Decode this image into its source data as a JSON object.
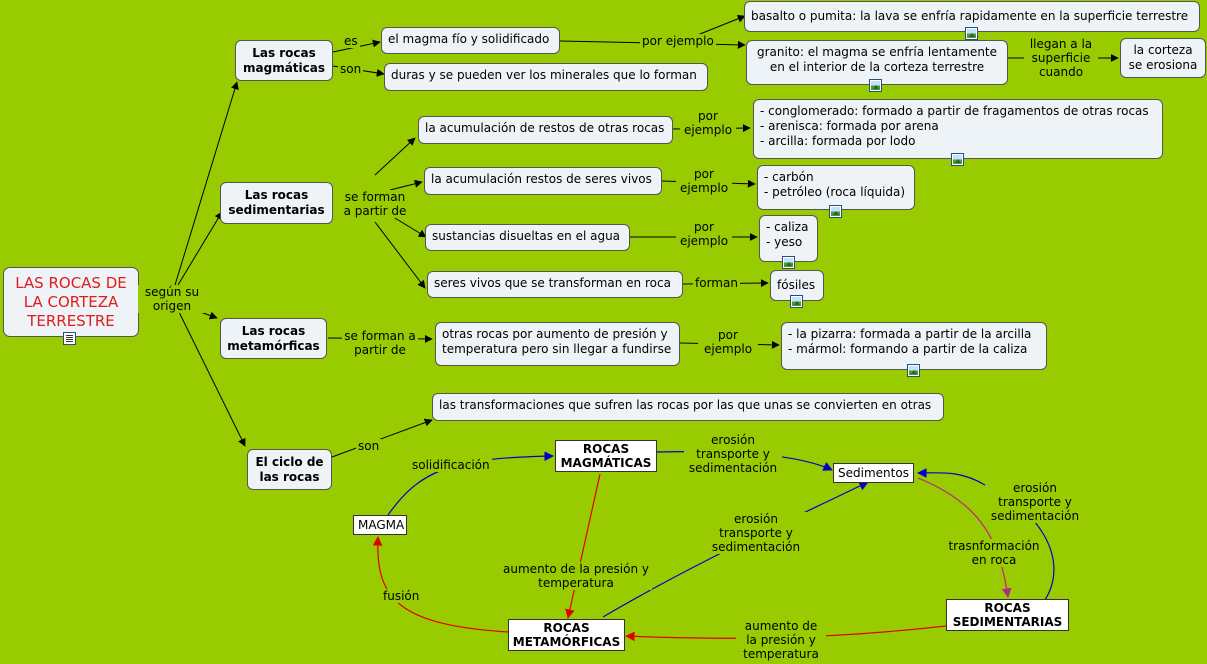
{
  "root": {
    "title": "LAS ROCAS DE LA CORTEZA TERRESTRE"
  },
  "link_labels": {
    "segun_origen": "según su origen",
    "es": "es",
    "son_magm": "son",
    "por_ejemplo_1": "por ejemplo",
    "llegan": "llegan a la superficie cuando",
    "se_forman_sed": "se forman a partir de",
    "por_ejemplo_2": "por ejemplo",
    "por_ejemplo_3": "por ejemplo",
    "por_ejemplo_4": "por ejemplo",
    "forman": "forman",
    "se_forman_met": "se forman a partir de",
    "por_ejemplo_5": "por ejemplo",
    "son_ciclo": "son"
  },
  "magmaticas": {
    "title": "Las rocas magmáticas",
    "es": "el magma fío y solidificado",
    "son": "duras y se pueden ver los minerales que lo forman",
    "ej_basalto": "basalto o pumita: la lava se enfría rapidamente en la superficie terrestre",
    "ej_granito": "granito: el magma se enfría lentamente en el interior de la corteza terrestre",
    "erosiona": "la corteza se erosiona"
  },
  "sedimentarias": {
    "title": "Las rocas sedimentarias",
    "c1": "la acumulación de restos de otras rocas",
    "c2": "la acumulación restos de seres vivos",
    "c3": "sustancias disueltas en el agua",
    "c4": "seres vivos que se transforman en roca",
    "e1": "- conglomerado: formado a partir de fragamentos de otras rocas\n- arenisca: formada por arena\n- arcilla: formada por lodo",
    "e2": "- carbón\n- petróleo (roca líquida)",
    "e3": "- caliza\n- yeso",
    "e4": "fósiles"
  },
  "metamorficas": {
    "title": "Las rocas metamórficas",
    "c1": "otras rocas por aumento de presión y temperatura pero sin llegar a fundirse",
    "e1": "- la pizarra: formada a partir de la arcilla\n- mármol: formando a partir de la caliza"
  },
  "ciclo": {
    "title": "El ciclo de las rocas",
    "def": "las transformaciones que sufren las rocas por las que unas se convierten en otras",
    "magma": "MAGMA",
    "rocas_magm": "ROCAS MAGMÁTICAS",
    "sedimentos": "Sedimentos",
    "rocas_meta": "ROCAS METAMÓRFICAS",
    "rocas_sed": "ROCAS SEDIMENTARIAS",
    "l_solid": "solidificación",
    "l_eros1": "erosión transporte y sedimentación",
    "l_eros2": "erosión transporte y sedimentación",
    "l_eros3": "erosión transporte y sedimentación",
    "l_trans": "trasnformación en roca",
    "l_aum1": "aumento de la presión y temperatura",
    "l_aum2": "aumento de la presión y temperatura",
    "l_fusion": "fusión"
  },
  "colors": {
    "background": "#99cc00",
    "black_arrow": "#000000",
    "blue_arrow": "#0000cc",
    "red_arrow": "#e00000",
    "magenta_arrow": "#c0208a",
    "root_text": "#e21b1b"
  }
}
